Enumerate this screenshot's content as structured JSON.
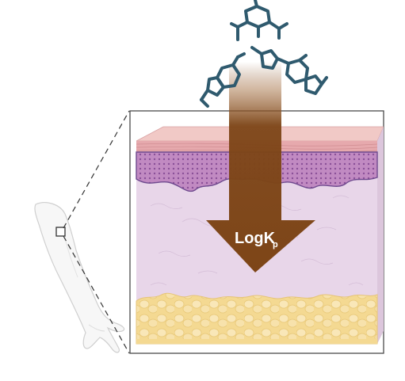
{
  "arrow_label": {
    "main": "LogK",
    "subscript": "p"
  },
  "colors": {
    "molecule": "#2f5a6e",
    "arrow": "#7d4517",
    "stratum_corneum": "#e7b1b3",
    "epidermis": "#c894c7",
    "dermis": "#e6d3e6",
    "fat": "#f5dd9f",
    "frame": "#4a4a4a"
  },
  "icons": [
    "molecule-icon",
    "arm-icon",
    "skin-cross-section"
  ]
}
